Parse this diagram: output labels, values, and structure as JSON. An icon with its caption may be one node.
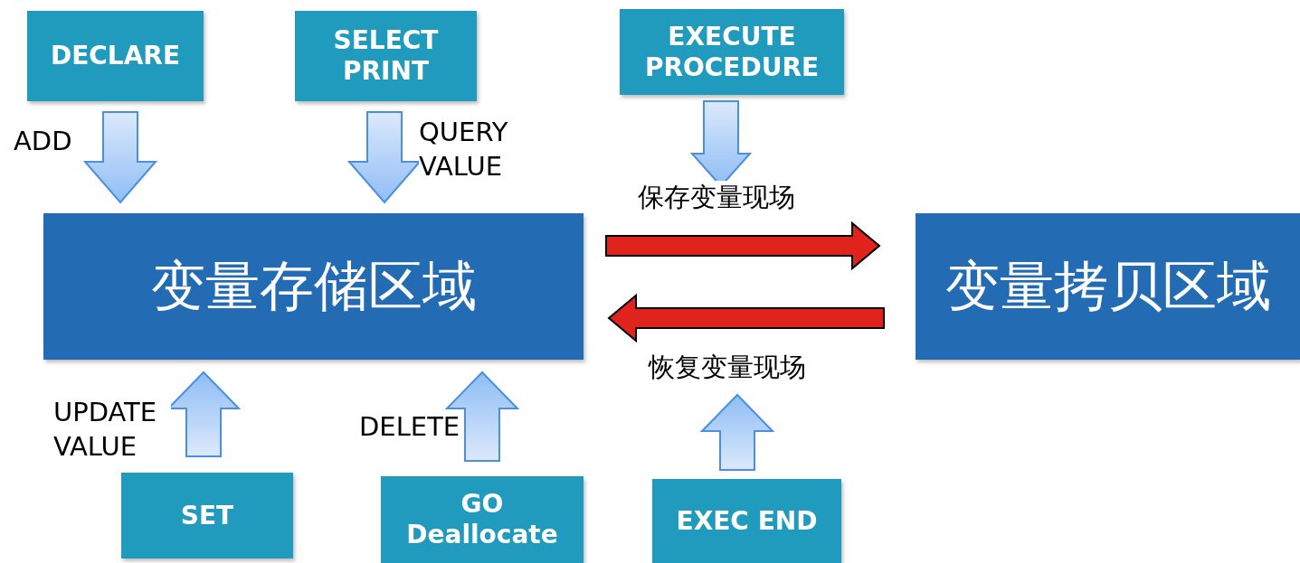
{
  "diagram": {
    "nodes": [
      {
        "text": [
          "DECLARE"
        ]
      },
      {
        "text": [
          "SELECT PRINT"
        ]
      },
      {
        "text": [
          "EXECUTE PROCEDURE"
        ]
      },
      {
        "text": [
          "变量存储区域"
        ]
      },
      {
        "text": [
          "变量拷贝区域"
        ]
      },
      {
        "text": [
          "SET"
        ]
      },
      {
        "text": [
          "GO Deallocate"
        ]
      },
      {
        "text": [
          "EXEC END"
        ]
      }
    ],
    "edges": [
      {
        "from": 0,
        "to": 3,
        "arrow": "to",
        "label": "ADD"
      },
      {
        "from": 1,
        "to": 3,
        "arrow": "to",
        "label": "QUERY VALUE"
      },
      {
        "from": 2,
        "to": null,
        "arrow": "to"
      },
      {
        "from": 3,
        "to": 4,
        "arrow": "to",
        "label": "保存变量现场",
        "color": "#e0231c"
      },
      {
        "from": 4,
        "to": 3,
        "arrow": "to",
        "label": "恢复变量现场",
        "color": "#e0231c"
      },
      {
        "from": 5,
        "to": 3,
        "arrow": "to",
        "label": "UPDATE VALUE"
      },
      {
        "from": 6,
        "to": 3,
        "arrow": "to",
        "label": "DELETE"
      },
      {
        "from": 7,
        "to": null,
        "arrow": "to"
      }
    ]
  }
}
